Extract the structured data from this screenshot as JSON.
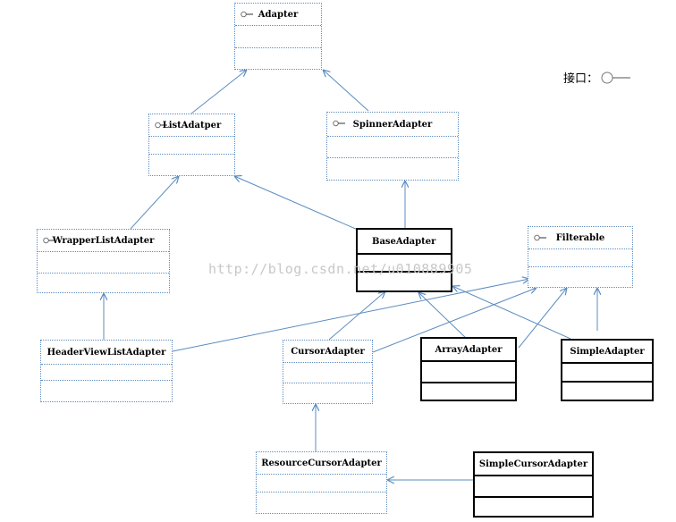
{
  "legend": {
    "label": "接口："
  },
  "watermark": "http://blog.csdn.net/u010889905",
  "nodes": {
    "adapter": "Adapter",
    "list_adapter": "ListAdatper",
    "spinner_adapter": "SpinnerAdapter",
    "wrapper_list_adapter": "WrapperListAdapter",
    "base_adapter": "BaseAdapter",
    "filterable": "Filterable",
    "header_view_list_adapter": "HeaderViewListAdapter",
    "cursor_adapter": "CursorAdapter",
    "array_adapter": "ArrayAdapter",
    "simple_adapter": "SimpleAdapter",
    "resource_cursor_adapter": "ResourceCursorAdapter",
    "simple_cursor_adapter": "SimpleCursorAdapter"
  },
  "colors": {
    "line": "#5b8cc0",
    "border_concrete": "#000000"
  }
}
